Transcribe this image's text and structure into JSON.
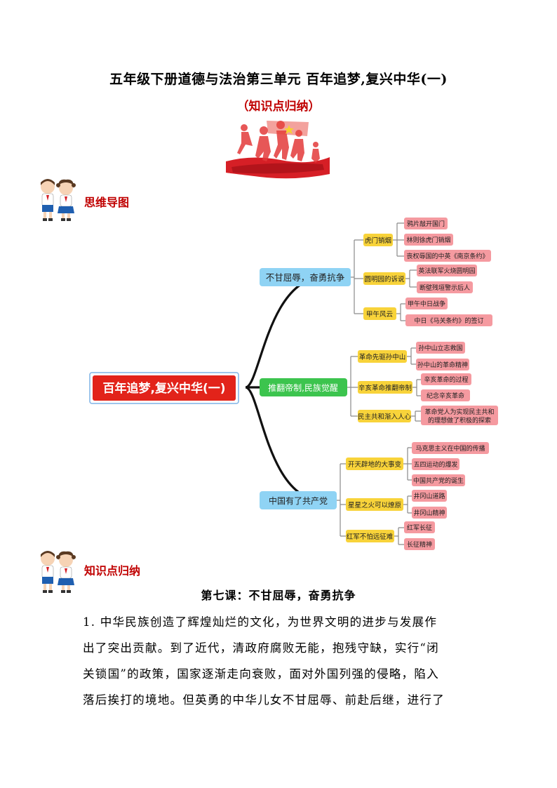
{
  "header": {
    "title": "五年级下册道德与法治第三单元 百年追梦,复兴中华(一)",
    "subtitle": "（知识点归纳）"
  },
  "sections": {
    "mindmap_label": "思维导图",
    "summary_label": "知识点归纳"
  },
  "mindmap": {
    "root": "百年追梦,复兴中华(一)",
    "branches": [
      {
        "label": "不甘屈辱，奋勇抗争",
        "color": "#8fd3f4",
        "subs": [
          {
            "label": "虎门销烟",
            "leaves": [
              "鸦片敲开国门",
              "林则徐虎门销烟",
              "丧权辱国的中英《南京条约》"
            ]
          },
          {
            "label": "圆明园的诉说",
            "leaves": [
              "英法联军火烧圆明园",
              "断壁残垣警示后人"
            ]
          },
          {
            "label": "甲午风云",
            "leaves": [
              "甲午中日战争",
              "中日《马关条约》的签订"
            ]
          }
        ]
      },
      {
        "label": "推翻帝制,民族觉醒",
        "color": "#3cc44e",
        "subs": [
          {
            "label": "革命先驱孙中山",
            "leaves": [
              "孙中山立志救国",
              "孙中山的革命精神"
            ]
          },
          {
            "label": "辛亥革命推翻帝制",
            "leaves": [
              "辛亥革命的过程",
              "纪念辛亥革命"
            ]
          },
          {
            "label": "民主共和渐入人心",
            "leaves": [
              "革命党人为实现民主共和",
              "的理想做了积极的探索"
            ]
          }
        ]
      },
      {
        "label": "中国有了共产党",
        "color": "#8fd3f4",
        "subs": [
          {
            "label": "开天辟地的大事变",
            "leaves": [
              "马克思主义在中国的传播",
              "五四运动的爆发",
              "中国共产党的诞生"
            ]
          },
          {
            "label": "星星之火可以燎原",
            "leaves": [
              "井冈山道路",
              "井冈山精神"
            ]
          },
          {
            "label": "红军不怕远征难",
            "leaves": [
              "红军长征",
              "长征精神"
            ]
          }
        ]
      }
    ],
    "colors": {
      "root_fill": "#e2231a",
      "root_border": "#7fb3e6",
      "sub_fill": "#f8d33a",
      "leaf_fill": "#f59aa0",
      "line": "#111111",
      "thin_line": "#8a8a8a"
    }
  },
  "lesson": {
    "title": "第七课：不甘屈辱，奋勇抗争",
    "lines": [
      "1. 中华民族创造了辉煌灿烂的文化，为世界文明的进步与发展作",
      "出了突出贡献。到了近代，清政府腐败无能，抱残守缺，实行“闭",
      "关锁国”的政策，国家逐渐走向衰败，面对外国列强的侵略，陷入",
      "落后挨打的境地。但英勇的中华儿女不甘屈辱、前赴后继，进行了"
    ]
  }
}
